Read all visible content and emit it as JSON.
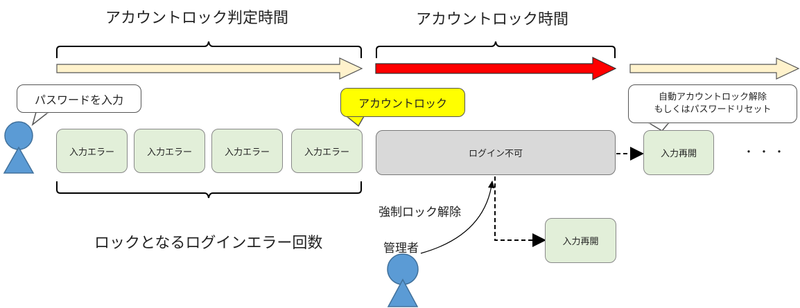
{
  "titles": {
    "judge_period": "アカウントロック判定時間",
    "lock_period": "アカウントロック時間",
    "error_count": "ロックとなるログインエラー回数"
  },
  "bubbles": {
    "password_input": "パスワードを入力",
    "account_lock": "アカウントロック",
    "auto_release_line1": "自動アカウントロック解除",
    "auto_release_line2": "もしくはパスワードリセット"
  },
  "boxes": {
    "input_errors": [
      "入力エラー",
      "入力エラー",
      "入力エラー",
      "入力エラー"
    ],
    "login_disabled": "ログイン不可",
    "resume_auto": "入力再開",
    "resume_admin": "入力再開"
  },
  "labels": {
    "forced_unlock": "強制ロック解除",
    "admin": "管理者",
    "ellipsis": "・・・"
  },
  "colors": {
    "arrow_light": "#fff2cc",
    "arrow_red": "#ff0000",
    "box_green": "#e2efd9",
    "box_gray": "#d9d9d9",
    "bubble_yellow": "#ffff00",
    "person_blue": "#5b9bd5"
  }
}
